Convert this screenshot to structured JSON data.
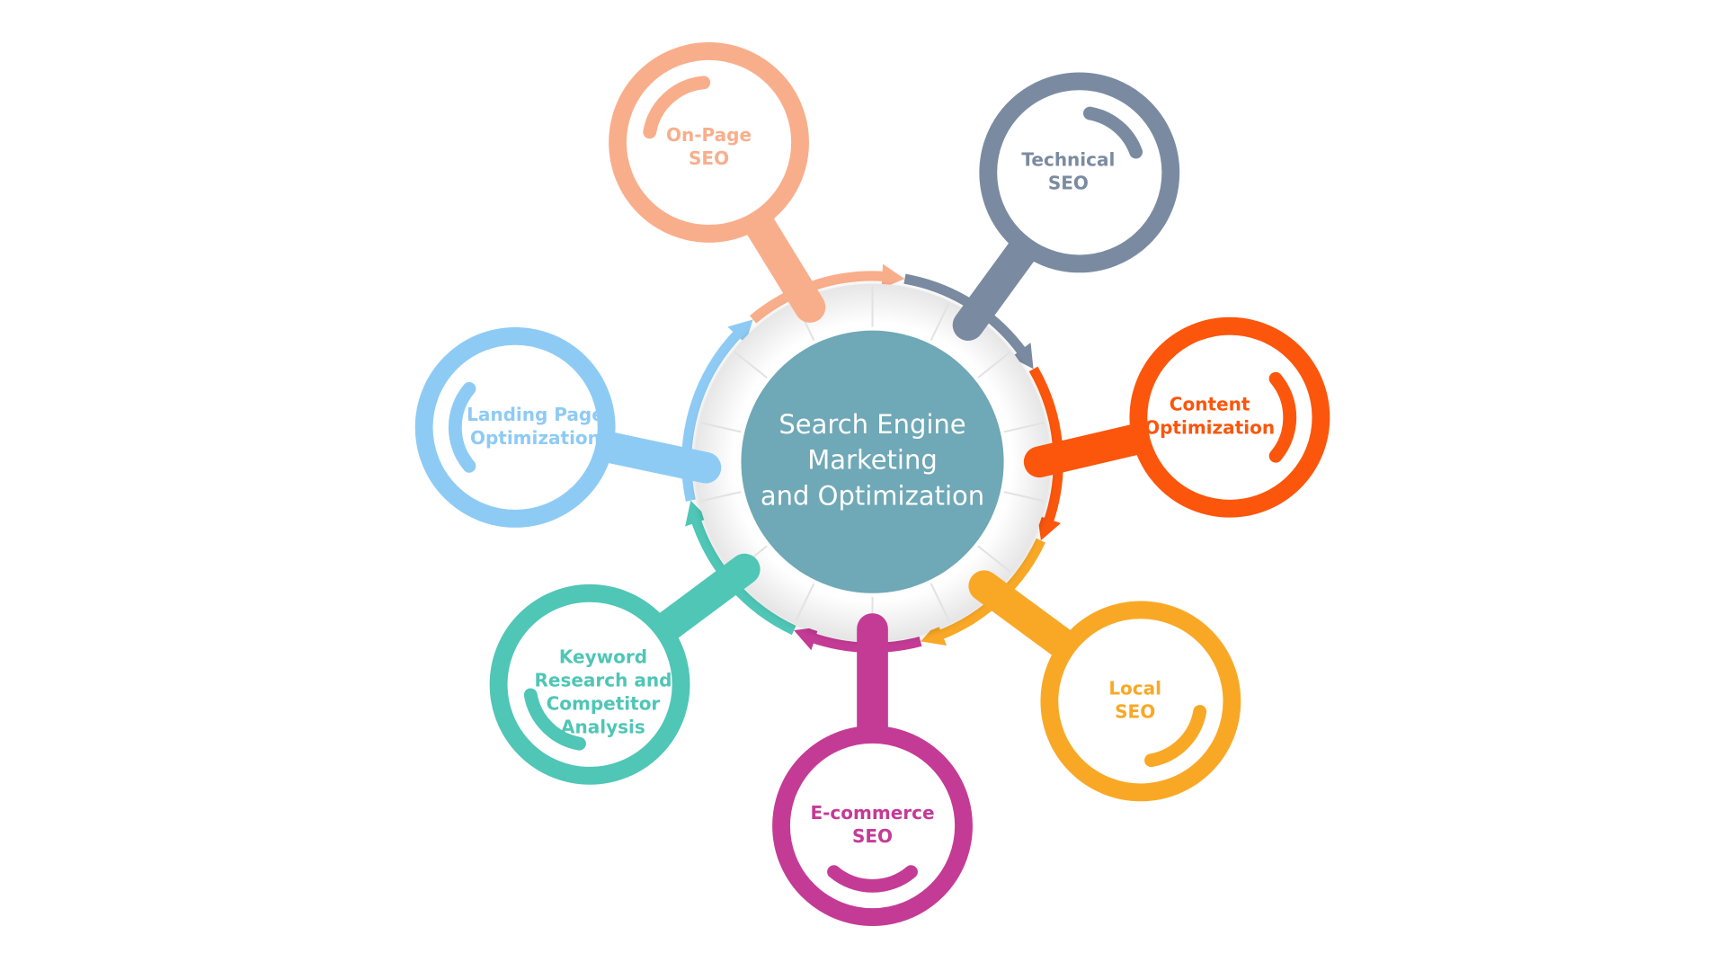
{
  "hub": {
    "lines": [
      "Search Engine",
      "Marketing",
      "and Optimization"
    ],
    "color": "#6fa8b6",
    "text_color": "#ffffff"
  },
  "nodes": [
    {
      "id": "on-page-seo",
      "lines": [
        "On-Page",
        "SEO"
      ],
      "color": "#f9ae8b"
    },
    {
      "id": "technical-seo",
      "lines": [
        "Technical",
        "SEO"
      ],
      "color": "#7a8ba1"
    },
    {
      "id": "content-optimization",
      "lines": [
        "Content",
        "Optimization"
      ],
      "color": "#fb560c"
    },
    {
      "id": "local-seo",
      "lines": [
        "Local",
        "SEO"
      ],
      "color": "#f9a826"
    },
    {
      "id": "e-commerce-seo",
      "lines": [
        "E-commerce",
        "SEO"
      ],
      "color": "#c43b96"
    },
    {
      "id": "keyword-research",
      "lines": [
        "Keyword",
        "Research and",
        "Competitor",
        "Analysis"
      ],
      "color": "#4fc6b6"
    },
    {
      "id": "landing-page-optimization",
      "lines": [
        "Landing Page",
        "Optimization"
      ],
      "color": "#8ecbf4"
    }
  ]
}
